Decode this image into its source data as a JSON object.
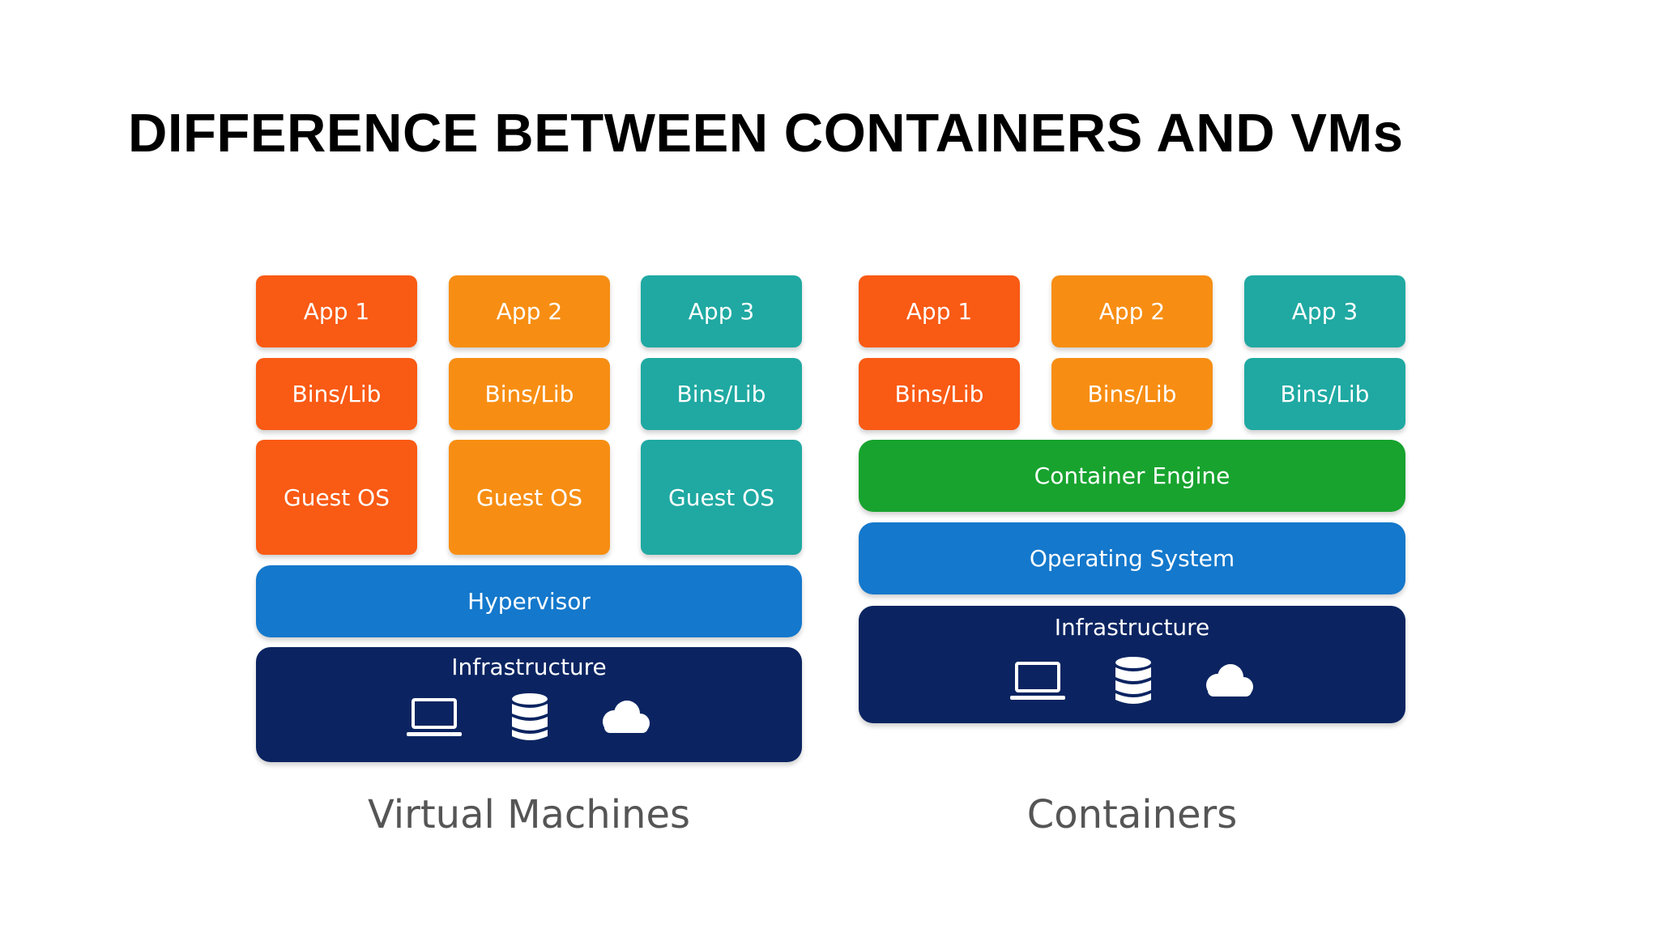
{
  "title": "DIFFERENCE BETWEEN CONTAINERS AND VMs",
  "colors": {
    "app1": "#F95A14",
    "app2": "#F78E13",
    "app3": "#1FA9A2",
    "container_engine": "#17A32E",
    "hypervisor": "#1478CC",
    "operating_system": "#1478CC",
    "infrastructure": "#0B2461"
  },
  "vm": {
    "apps": [
      "App 1",
      "App 2",
      "App 3"
    ],
    "bins": [
      "Bins/Lib",
      "Bins/Lib",
      "Bins/Lib"
    ],
    "guest_os": [
      "Guest OS",
      "Guest OS",
      "Guest OS"
    ],
    "hypervisor": "Hypervisor",
    "infrastructure": "Infrastructure",
    "icons": [
      "laptop-icon",
      "database-icon",
      "cloud-icon"
    ],
    "caption": "Virtual Machines"
  },
  "containers": {
    "apps": [
      "App 1",
      "App 2",
      "App 3"
    ],
    "bins": [
      "Bins/Lib",
      "Bins/Lib",
      "Bins/Lib"
    ],
    "container_engine": "Container Engine",
    "operating_system": "Operating System",
    "infrastructure": "Infrastructure",
    "icons": [
      "laptop-icon",
      "database-icon",
      "cloud-icon"
    ],
    "caption": "Containers"
  }
}
